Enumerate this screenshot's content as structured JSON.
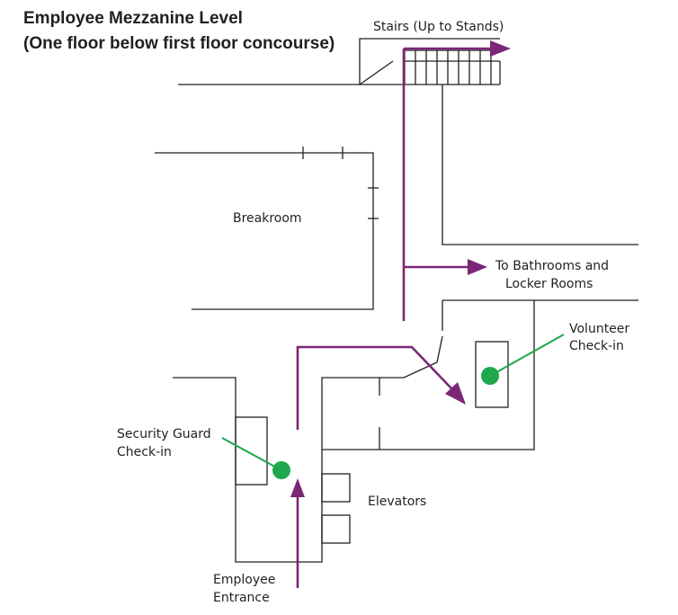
{
  "title": {
    "line1": "Employee Mezzanine Level",
    "line2": "(One floor below first floor concourse)"
  },
  "labels": {
    "stairs": "Stairs (Up to Stands)",
    "breakroom": "Breakroom",
    "bathrooms_line1": "To Bathrooms and",
    "bathrooms_line2": "Locker Rooms",
    "volunteer_line1": "Volunteer",
    "volunteer_line2": "Check-in",
    "security_line1": "Security Guard",
    "security_line2": "Check-in",
    "elevators": "Elevators",
    "entrance_line1": "Employee",
    "entrance_line2": "Entrance"
  },
  "colors": {
    "walls": "#231f20",
    "route": "#7b2676",
    "checkpoint": "#1ea84b"
  }
}
